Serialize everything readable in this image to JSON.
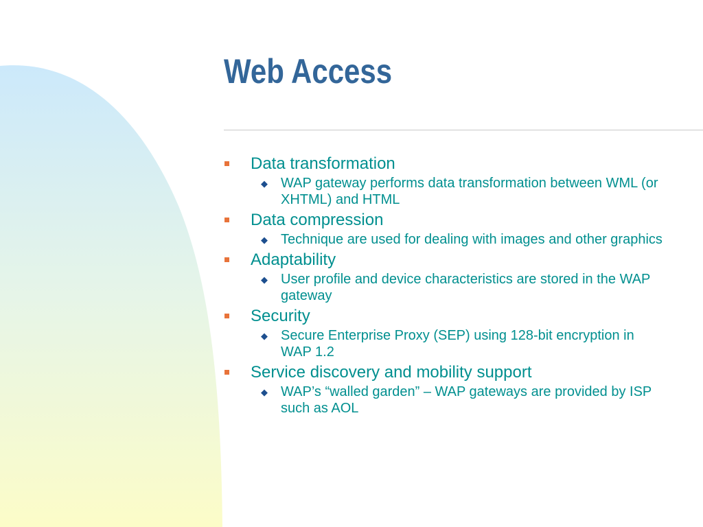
{
  "slide": {
    "title": "Web Access",
    "colors": {
      "title": "#336699",
      "text": "#008F8F",
      "bullet_level1": "#E8733A",
      "bullet_level2": "#1D4F8F",
      "decor_top": "#CCE9FB",
      "decor_bottom": "#FCFCC8",
      "rule": "#C8C8C8"
    },
    "bullets": [
      {
        "text": "Data transformation",
        "sub": [
          "WAP gateway performs data transformation between WML (or XHTML) and HTML"
        ]
      },
      {
        "text": "Data compression",
        "sub": [
          "Technique are used for dealing with images and other graphics"
        ]
      },
      {
        "text": "Adaptability",
        "sub": [
          "User profile and device characteristics are stored in the WAP gateway"
        ]
      },
      {
        "text": "Security",
        "sub": [
          "Secure Enterprise Proxy (SEP) using 128-bit encryption in WAP 1.2"
        ]
      },
      {
        "text": "Service discovery and mobility support",
        "sub": [
          "WAP’s “walled garden” – WAP gateways are provided by ISP such as AOL"
        ]
      }
    ]
  }
}
